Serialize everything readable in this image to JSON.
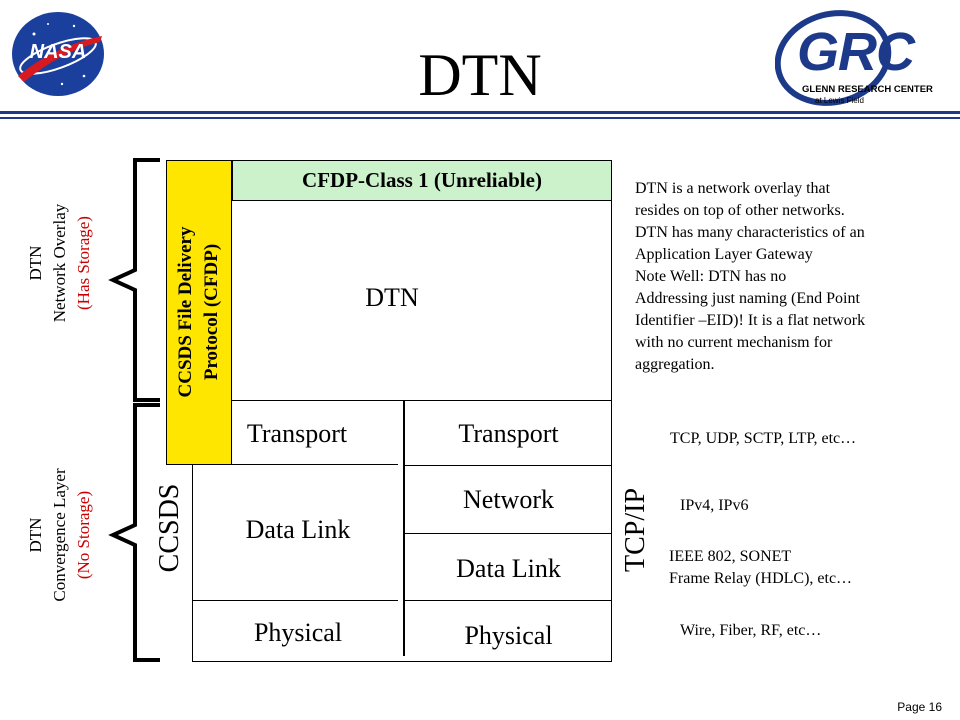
{
  "slide": {
    "title": "DTN",
    "page_label": "Page 16"
  },
  "logos": {
    "nasa": {
      "text": "NASA",
      "icon": "nasa-meatball-logo"
    },
    "grc": {
      "text": "GRC",
      "subtitle_line1": "GLENN RESEARCH CENTER",
      "subtitle_line2": "at Lewis Field",
      "icon": "grc-logo"
    }
  },
  "left_labels": {
    "overlay": {
      "line1": "DTN",
      "line2": "Network Overlay",
      "line3": "(Has Storage)"
    },
    "convergence": {
      "line1": "DTN",
      "line2": "Convergence Layer",
      "line3": "(No Storage)"
    }
  },
  "stack": {
    "cfdp_vertical_line1": "CCSDS File Delivery",
    "cfdp_vertical_line2": "Protocol (CFDP)",
    "cfdp_class1": "CFDP-Class 1 (Unreliable)",
    "dtn": "DTN",
    "ccsds_column": {
      "side_label": "CCSDS",
      "transport": "Transport",
      "data_link": "Data Link",
      "physical": "Physical"
    },
    "tcpip_column": {
      "side_label": "TCP/IP",
      "transport": "Transport",
      "network": "Network",
      "data_link": "Data Link",
      "physical": "Physical"
    }
  },
  "notes": {
    "dtn_description": [
      "DTN is a network overlay that",
      "resides on top of other networks.",
      "DTN has many characteristics  of an",
      "Application  Layer Gateway",
      "Note Well: DTN has no",
      "Addressing just naming (End Point",
      "Identifier –EID)!  It is a flat network",
      "with no current mechanism for",
      "aggregation."
    ],
    "transport_examples": "TCP, UDP, SCTP, LTP,  etc…",
    "network_examples": "IPv4, IPv6",
    "datalink_examples_line1": "IEEE 802, SONET",
    "datalink_examples_line2": "Frame Relay (HDLC), etc…",
    "physical_examples": "Wire, Fiber, RF, etc…"
  },
  "colors": {
    "cfdp_fill": "#ffe600",
    "cfdp_class1_fill": "#ccf2cc",
    "red_text": "#cc0000",
    "header_blue": "#1d3a8a"
  }
}
